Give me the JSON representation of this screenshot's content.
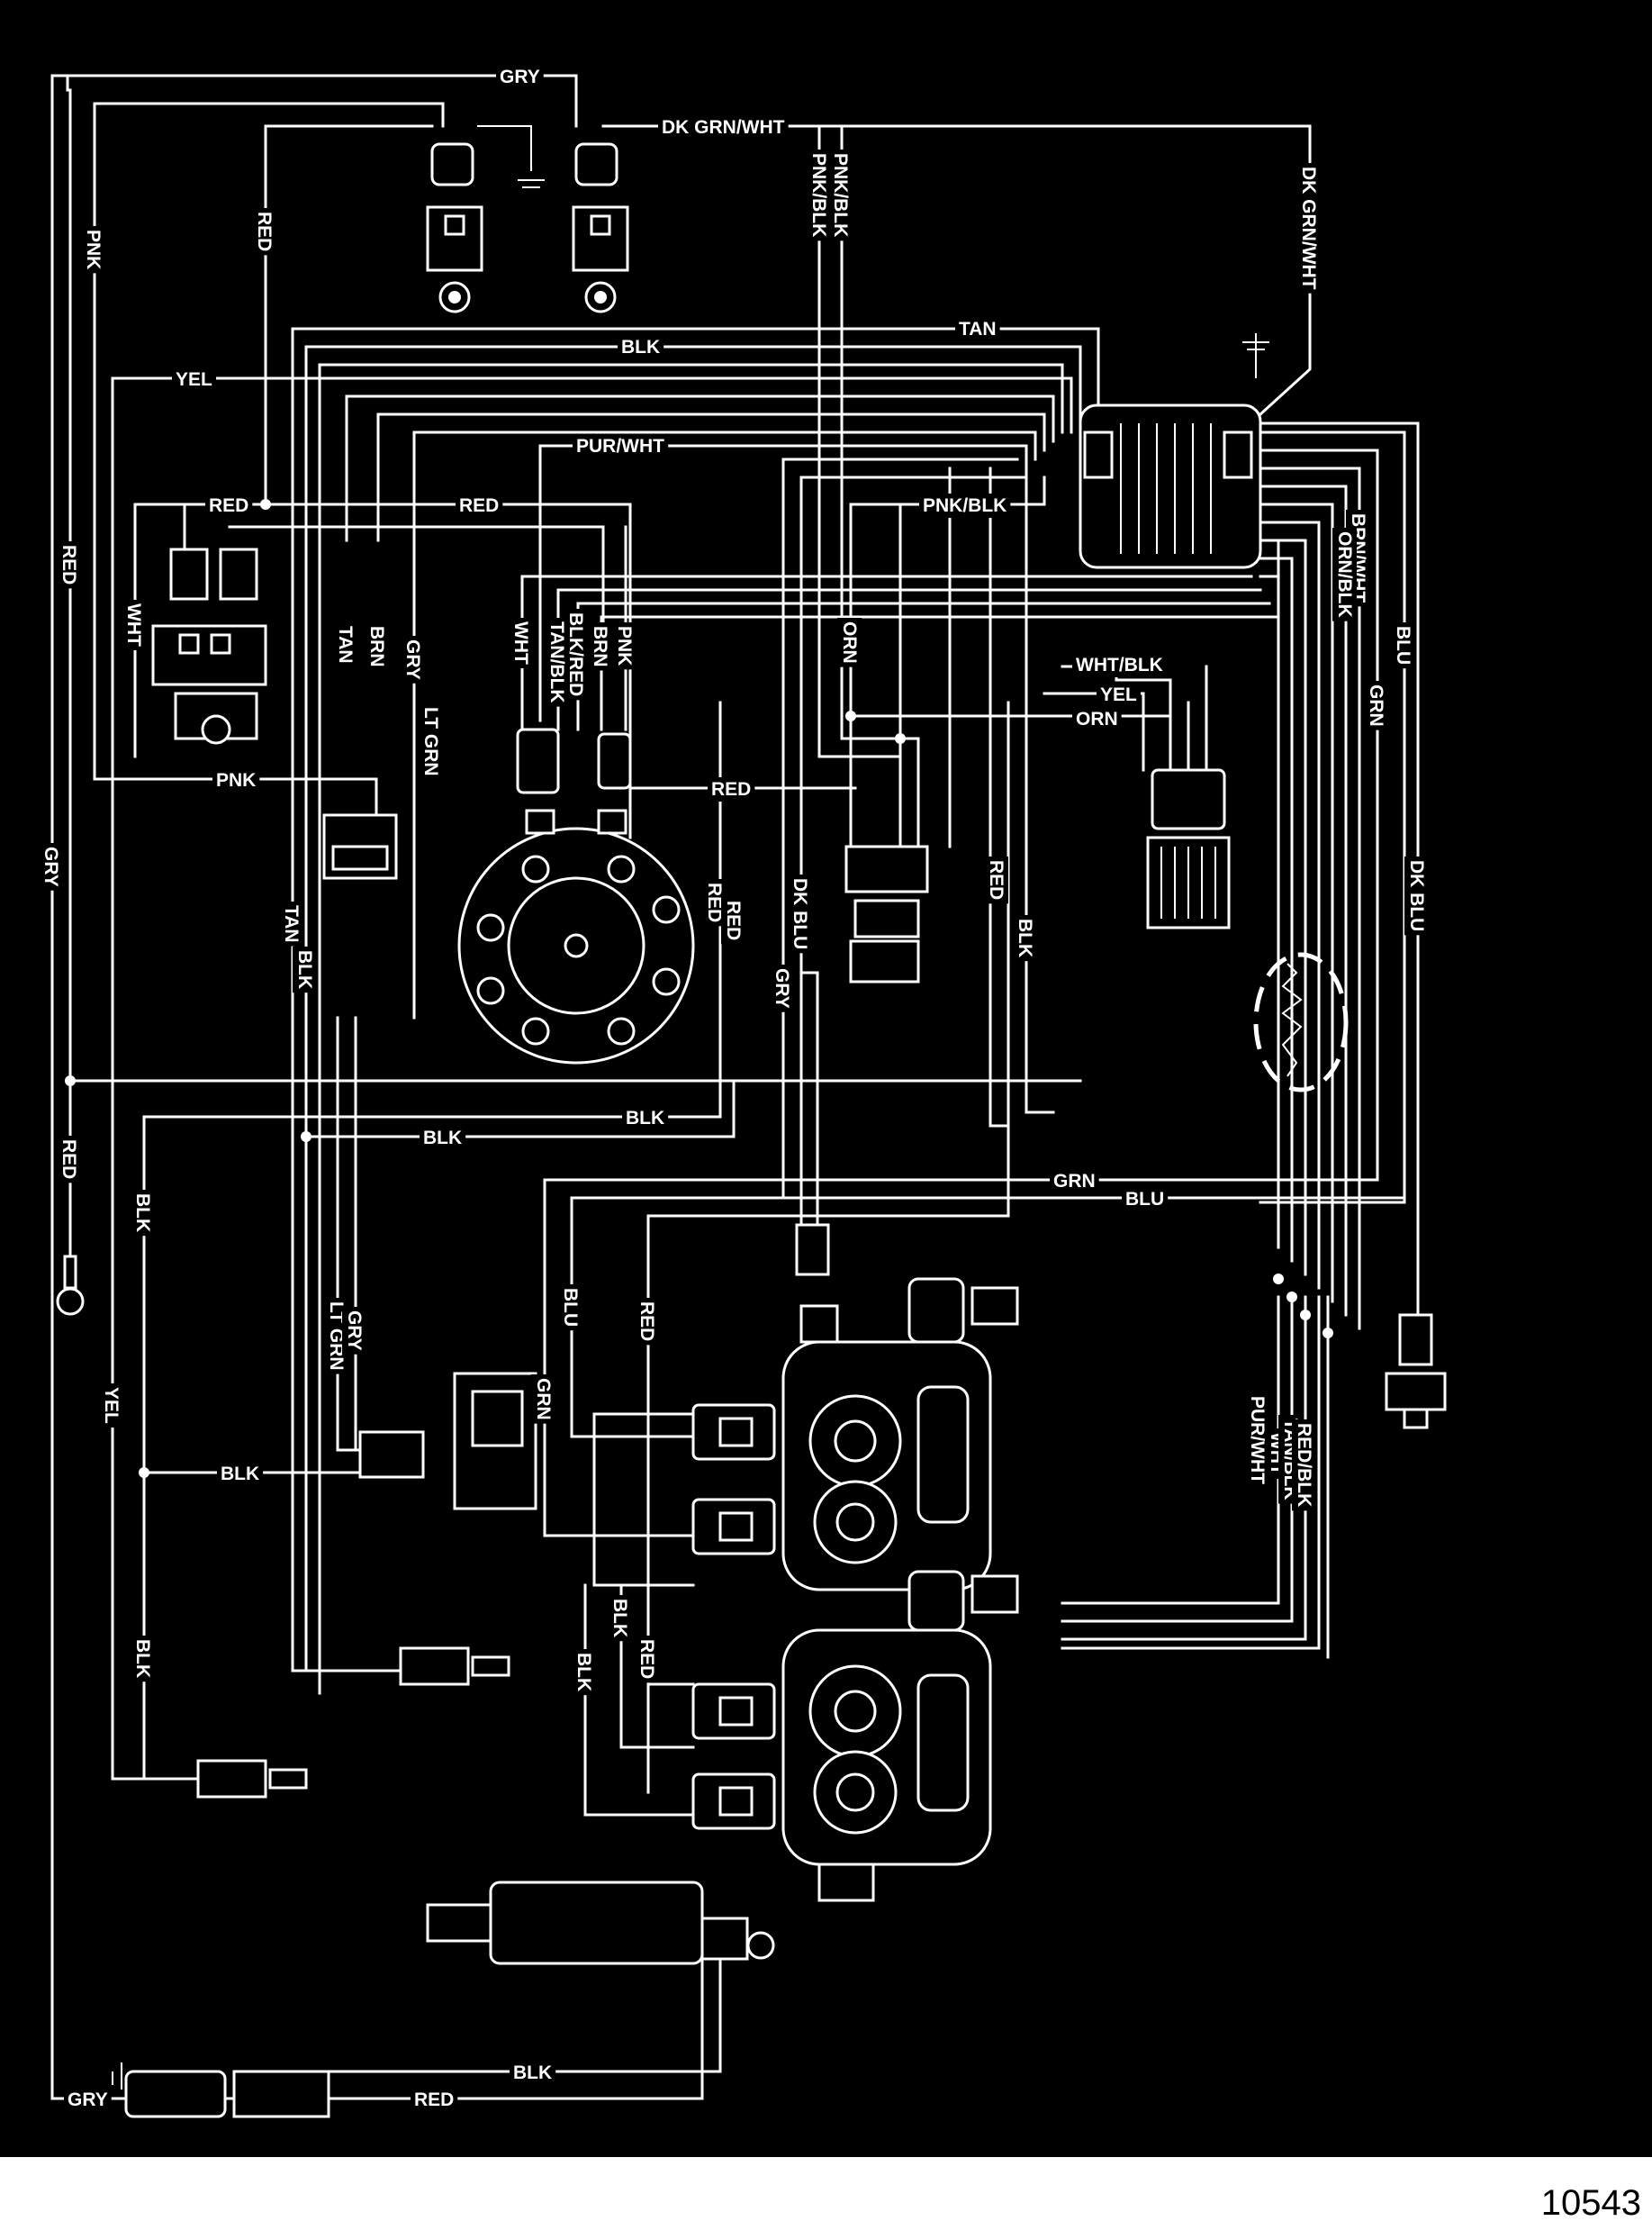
{
  "figure_number": "10543",
  "wire_labels": {
    "gry_top": "GRY",
    "dk_grn_wht_top": "DK GRN/WHT",
    "pnk_left": "PNK",
    "red_left_upper": "RED",
    "red_relay": "RED",
    "pnk_blk_1": "PNK/BLK",
    "pnk_blk_2": "PNK/BLK",
    "dk_grn_wht_right": "DK GRN/WHT",
    "tan_top": "TAN",
    "blk_top": "BLK",
    "yel_top": "YEL",
    "pur_wht": "PUR/WHT",
    "red_coil": "RED",
    "red_bus": "RED",
    "pnk_blk_mid": "PNK/BLK",
    "brn_wht": "BRN/WHT",
    "orn_blk": "ORN/BLK",
    "blu_right": "BLU",
    "grn_right": "GRN",
    "wht_left": "WHT",
    "tan_left": "TAN",
    "brn_left": "BRN",
    "gry_left": "GRY",
    "wht_dist": "WHT",
    "blk_red": "BLK/RED",
    "tan_blk": "TAN/BLK",
    "brn_dist": "BRN",
    "pnk_dist": "PNK",
    "orn_mid": "ORN",
    "wht_blk": "WHT/BLK",
    "yel_mid": "YEL",
    "orn_mid2": "ORN",
    "lt_grn_upper": "LT GRN",
    "red_dist": "RED",
    "pnk_lower": "PNK",
    "gry_far_left": "GRY",
    "tan_lower": "TAN",
    "blk_mid": "BLK",
    "red_dist2": "RED",
    "red_dist3": "RED",
    "dk_blu": "DK BLU",
    "gry_mid": "GRY",
    "red_mid": "RED",
    "blk_mid2": "BLK",
    "dk_blu_right": "DK BLU",
    "blk_bus": "BLK",
    "blk_bus2": "BLK",
    "red_lower_left": "RED",
    "blk_left": "BLK",
    "grn_bus": "GRN",
    "blu_bus": "BLU",
    "blu_lower": "BLU",
    "red_lower": "RED",
    "lt_grn_lower": "LT GRN",
    "gry_lower": "GRY",
    "grn_lower": "GRN",
    "yel_lower": "YEL",
    "blk_lower": "BLK",
    "pur_wht_lower": "PUR/WHT",
    "wht_lower": "WHT",
    "tan_blk_lower": "TAN/BLK",
    "red_blk_lower": "RED/BLK",
    "blk_inj1": "BLK",
    "red_inj1": "RED",
    "blk_inj2": "BLK",
    "blk_sensor": "BLK",
    "blk_pump": "BLK",
    "gry_pump": "GRY",
    "red_pump": "RED"
  },
  "colors": {
    "background": "#000000",
    "wire": "#ffffff",
    "page": "#ffffff"
  }
}
